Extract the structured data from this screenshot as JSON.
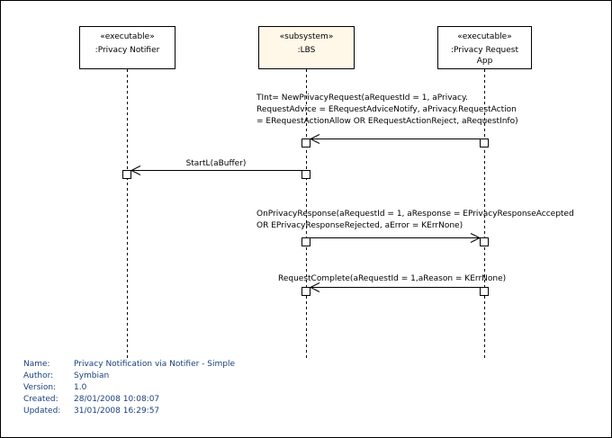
{
  "lifelines": [
    {
      "stereotype": "«executable»",
      "name": ":Privacy Notifier",
      "fill": "#ffffff"
    },
    {
      "stereotype": "«subsystem»",
      "name": ":LBS",
      "fill": "#fff8e8"
    },
    {
      "stereotype": "«executable»",
      "name": ":Privacy Request",
      "name2": "App",
      "fill": "#ffffff"
    }
  ],
  "messages": [
    {
      "lines": [
        "TInt= NewPrivacyRequest(aRequestId = 1, aPrivacy.",
        "RequestAdvice = ERequestAdviceNotify, aPrivacy.RequestAction",
        "= ERequestActionAllow OR ERequestActionReject, aRequestInfo)"
      ]
    },
    {
      "lines": [
        "StartL(aBuffer)"
      ]
    },
    {
      "lines": [
        "OnPrivacyResponse(aRequestId = 1, aResponse = EPrivacyResponseAccepted",
        "OR EPrivacyResponseRejected, aError = KErrNone)"
      ]
    },
    {
      "lines": [
        "RequestComplete(aRequestId = 1,aReason = KErrNone)"
      ]
    }
  ],
  "info": {
    "labels": [
      "Name:",
      "Author:",
      "Version:",
      "Created:",
      "Updated:"
    ],
    "values": [
      "Privacy Notification via Notifier - Simple",
      "Symbian",
      "1.0",
      "28/01/2008 10:08:07",
      "31/01/2008 16:29:57"
    ]
  },
  "colors": {
    "meta_text": "#1a3f7a",
    "lbs_fill": "#fff8e8",
    "line": "#000000"
  }
}
